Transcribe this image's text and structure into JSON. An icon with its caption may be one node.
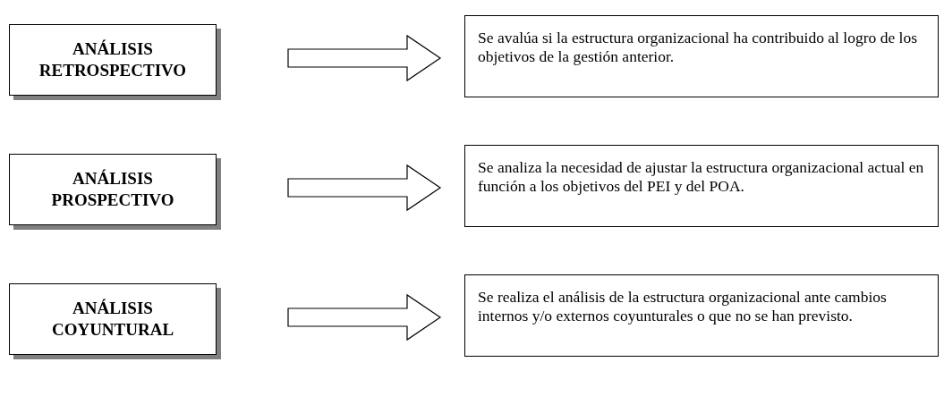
{
  "diagram": {
    "nodes": [
      {
        "text": [
          "ANÁLISIS RETROSPECTIVO"
        ]
      },
      {
        "text": [
          "Se avalúa si la estructura organizacional ha contribuido al logro de los objetivos de la gestión anterior."
        ]
      },
      {
        "text": [
          "ANÁLISIS PROSPECTIVO"
        ]
      },
      {
        "text": [
          "Se analiza la necesidad de ajustar la estructura organizacional actual en función a los objetivos del PEI y del POA."
        ]
      },
      {
        "text": [
          "ANÁLISIS COYUNTURAL"
        ]
      },
      {
        "text": [
          "Se realiza el análisis de la estructura organizacional ante cambios internos y/o externos coyunturales o que no se han previsto."
        ]
      }
    ],
    "edges": [
      {
        "from": 0,
        "to": 1,
        "arrow": "to"
      },
      {
        "from": 2,
        "to": 3,
        "arrow": "to"
      },
      {
        "from": 4,
        "to": 5,
        "arrow": "to"
      }
    ]
  }
}
